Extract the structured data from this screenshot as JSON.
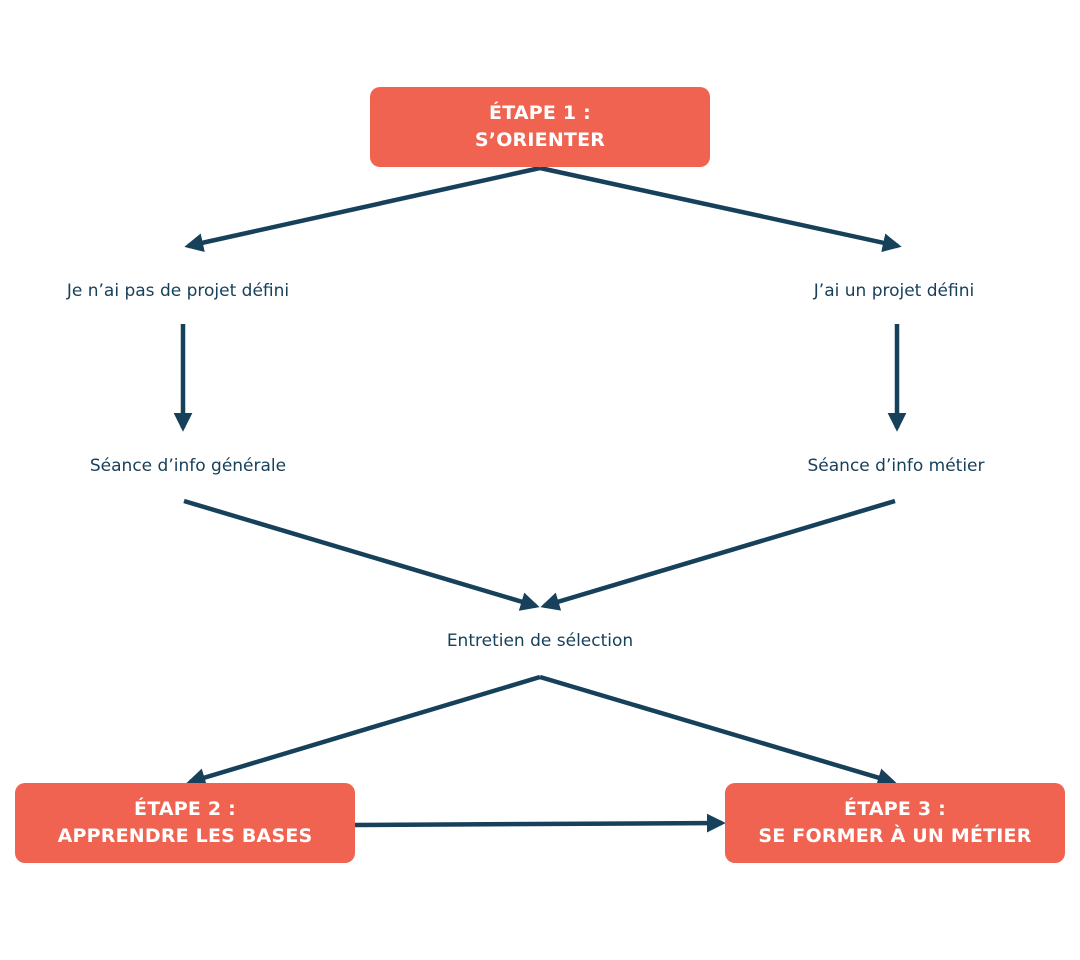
{
  "colors": {
    "step_box": "#f06351",
    "step_text": "#ffffff",
    "arrow": "#17405a",
    "node_text": "#17405a"
  },
  "steps": {
    "step1": {
      "line1": "Étape 1 :",
      "line2": "S’orienter"
    },
    "step2": {
      "line1": "Étape 2 :",
      "line2": "Apprendre les bases"
    },
    "step3": {
      "line1": "Étape 3 :",
      "line2": "Se former à un métier"
    }
  },
  "nodes": {
    "no_project": "Je n’ai pas de projet défini",
    "project": "J’ai un projet défini",
    "info_generale": "Séance d’info générale",
    "info_metier": "Séance d’info métier",
    "entretien": "Entretien de sélection"
  }
}
